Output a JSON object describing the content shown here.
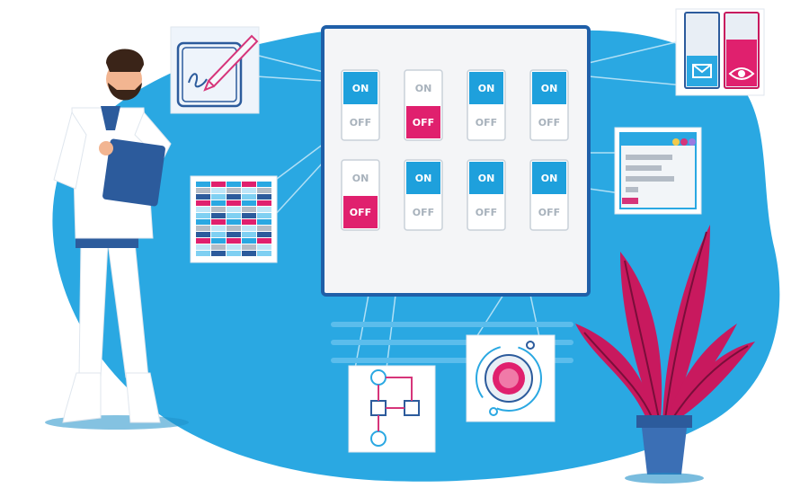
{
  "colors": {
    "background_blob": "#2aa8e2",
    "panel_border": "#1f5fa8",
    "on_color": "#1ea0dc",
    "off_active_color": "#e0206e",
    "inactive_text": "#a8b2bc",
    "plant_leaf": "#c8195e",
    "pot": "#3b6fb5"
  },
  "toggles": [
    {
      "active": "on",
      "on_label": "ON",
      "off_label": "OFF"
    },
    {
      "active": "off",
      "on_label": "ON",
      "off_label": "OFF"
    },
    {
      "active": "on",
      "on_label": "ON",
      "off_label": "OFF"
    },
    {
      "active": "on",
      "on_label": "ON",
      "off_label": "OFF"
    },
    {
      "active": "off",
      "on_label": "ON",
      "off_label": "OFF"
    },
    {
      "active": "on",
      "on_label": "ON",
      "off_label": "OFF"
    },
    {
      "active": "on",
      "on_label": "ON",
      "off_label": "OFF"
    },
    {
      "active": "on",
      "on_label": "ON",
      "off_label": "OFF"
    }
  ],
  "icons": {
    "signature": "signature-icon",
    "email": "envelope-icon",
    "visibility": "eye-icon",
    "spreadsheet": "spreadsheet-icon",
    "chat": "chat-window-icon",
    "flowchart": "flowchart-icon",
    "target": "target-icon",
    "plant": "plant-icon",
    "person": "person-icon"
  }
}
